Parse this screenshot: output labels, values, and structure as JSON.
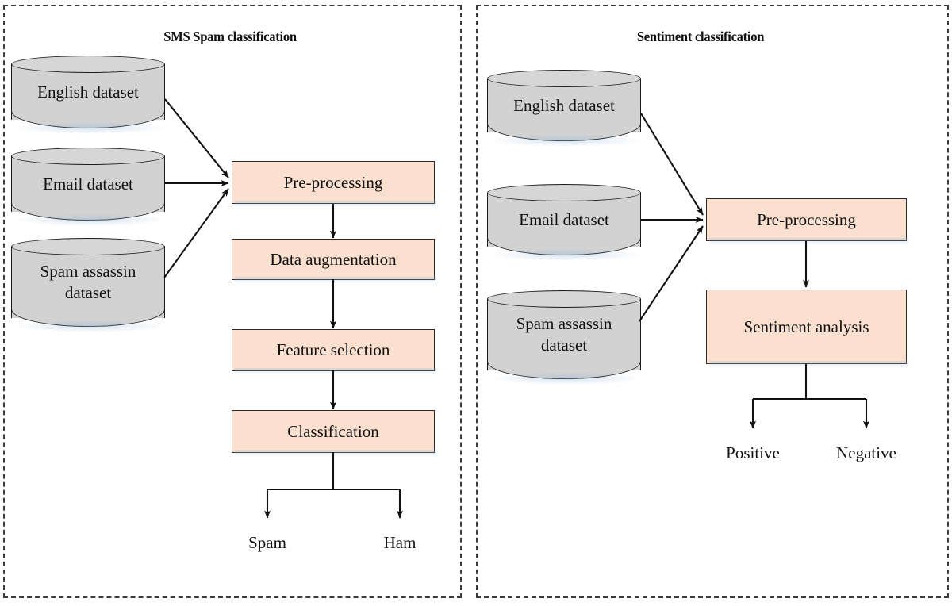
{
  "figure": {
    "type": "diagram",
    "title": "Two-panel pipeline diagram",
    "panels": [
      {
        "id": "sms-spam",
        "title": "SMS Spam classification",
        "datasets": [
          "English dataset",
          "Email dataset",
          "Spam assassin dataset"
        ],
        "stages": [
          "Pre-processing",
          "Data augmentation",
          "Feature selection",
          "Classification"
        ],
        "outputs": [
          "Spam",
          "Ham"
        ]
      },
      {
        "id": "sentiment",
        "title": "Sentiment classification",
        "datasets": [
          "English dataset",
          "Email dataset",
          "Spam assassin dataset"
        ],
        "stages": [
          "Pre-processing",
          "Sentiment analysis"
        ],
        "outputs": [
          "Positive",
          "Negative"
        ]
      }
    ]
  },
  "left": {
    "title": "SMS Spam classification",
    "datasets": [
      {
        "label": "English dataset"
      },
      {
        "label": "Email dataset"
      },
      {
        "label": "Spam assassin\ndataset"
      }
    ],
    "stages": [
      {
        "label": "Pre-processing"
      },
      {
        "label": "Data augmentation"
      },
      {
        "label": "Feature selection"
      },
      {
        "label": "Classification"
      }
    ],
    "outputs": [
      {
        "label": "Spam"
      },
      {
        "label": "Ham"
      }
    ]
  },
  "right": {
    "title": "Sentiment classification",
    "datasets": [
      {
        "label": "English dataset"
      },
      {
        "label": "Email dataset"
      },
      {
        "label": "Spam assassin\ndataset"
      }
    ],
    "stages": [
      {
        "label": "Pre-processing"
      },
      {
        "label": "Sentiment analysis"
      }
    ],
    "outputs": [
      {
        "label": "Positive"
      },
      {
        "label": "Negative"
      }
    ]
  },
  "colors": {
    "process_fill": "#fbe0d0",
    "process_stroke": "#2a2a2a",
    "datastore_fill": "#d2d2d2",
    "datastore_stroke": "#1b1b1b",
    "panel_border": "#3c3c3c",
    "connector": "#111111",
    "background": "#ffffff"
  }
}
